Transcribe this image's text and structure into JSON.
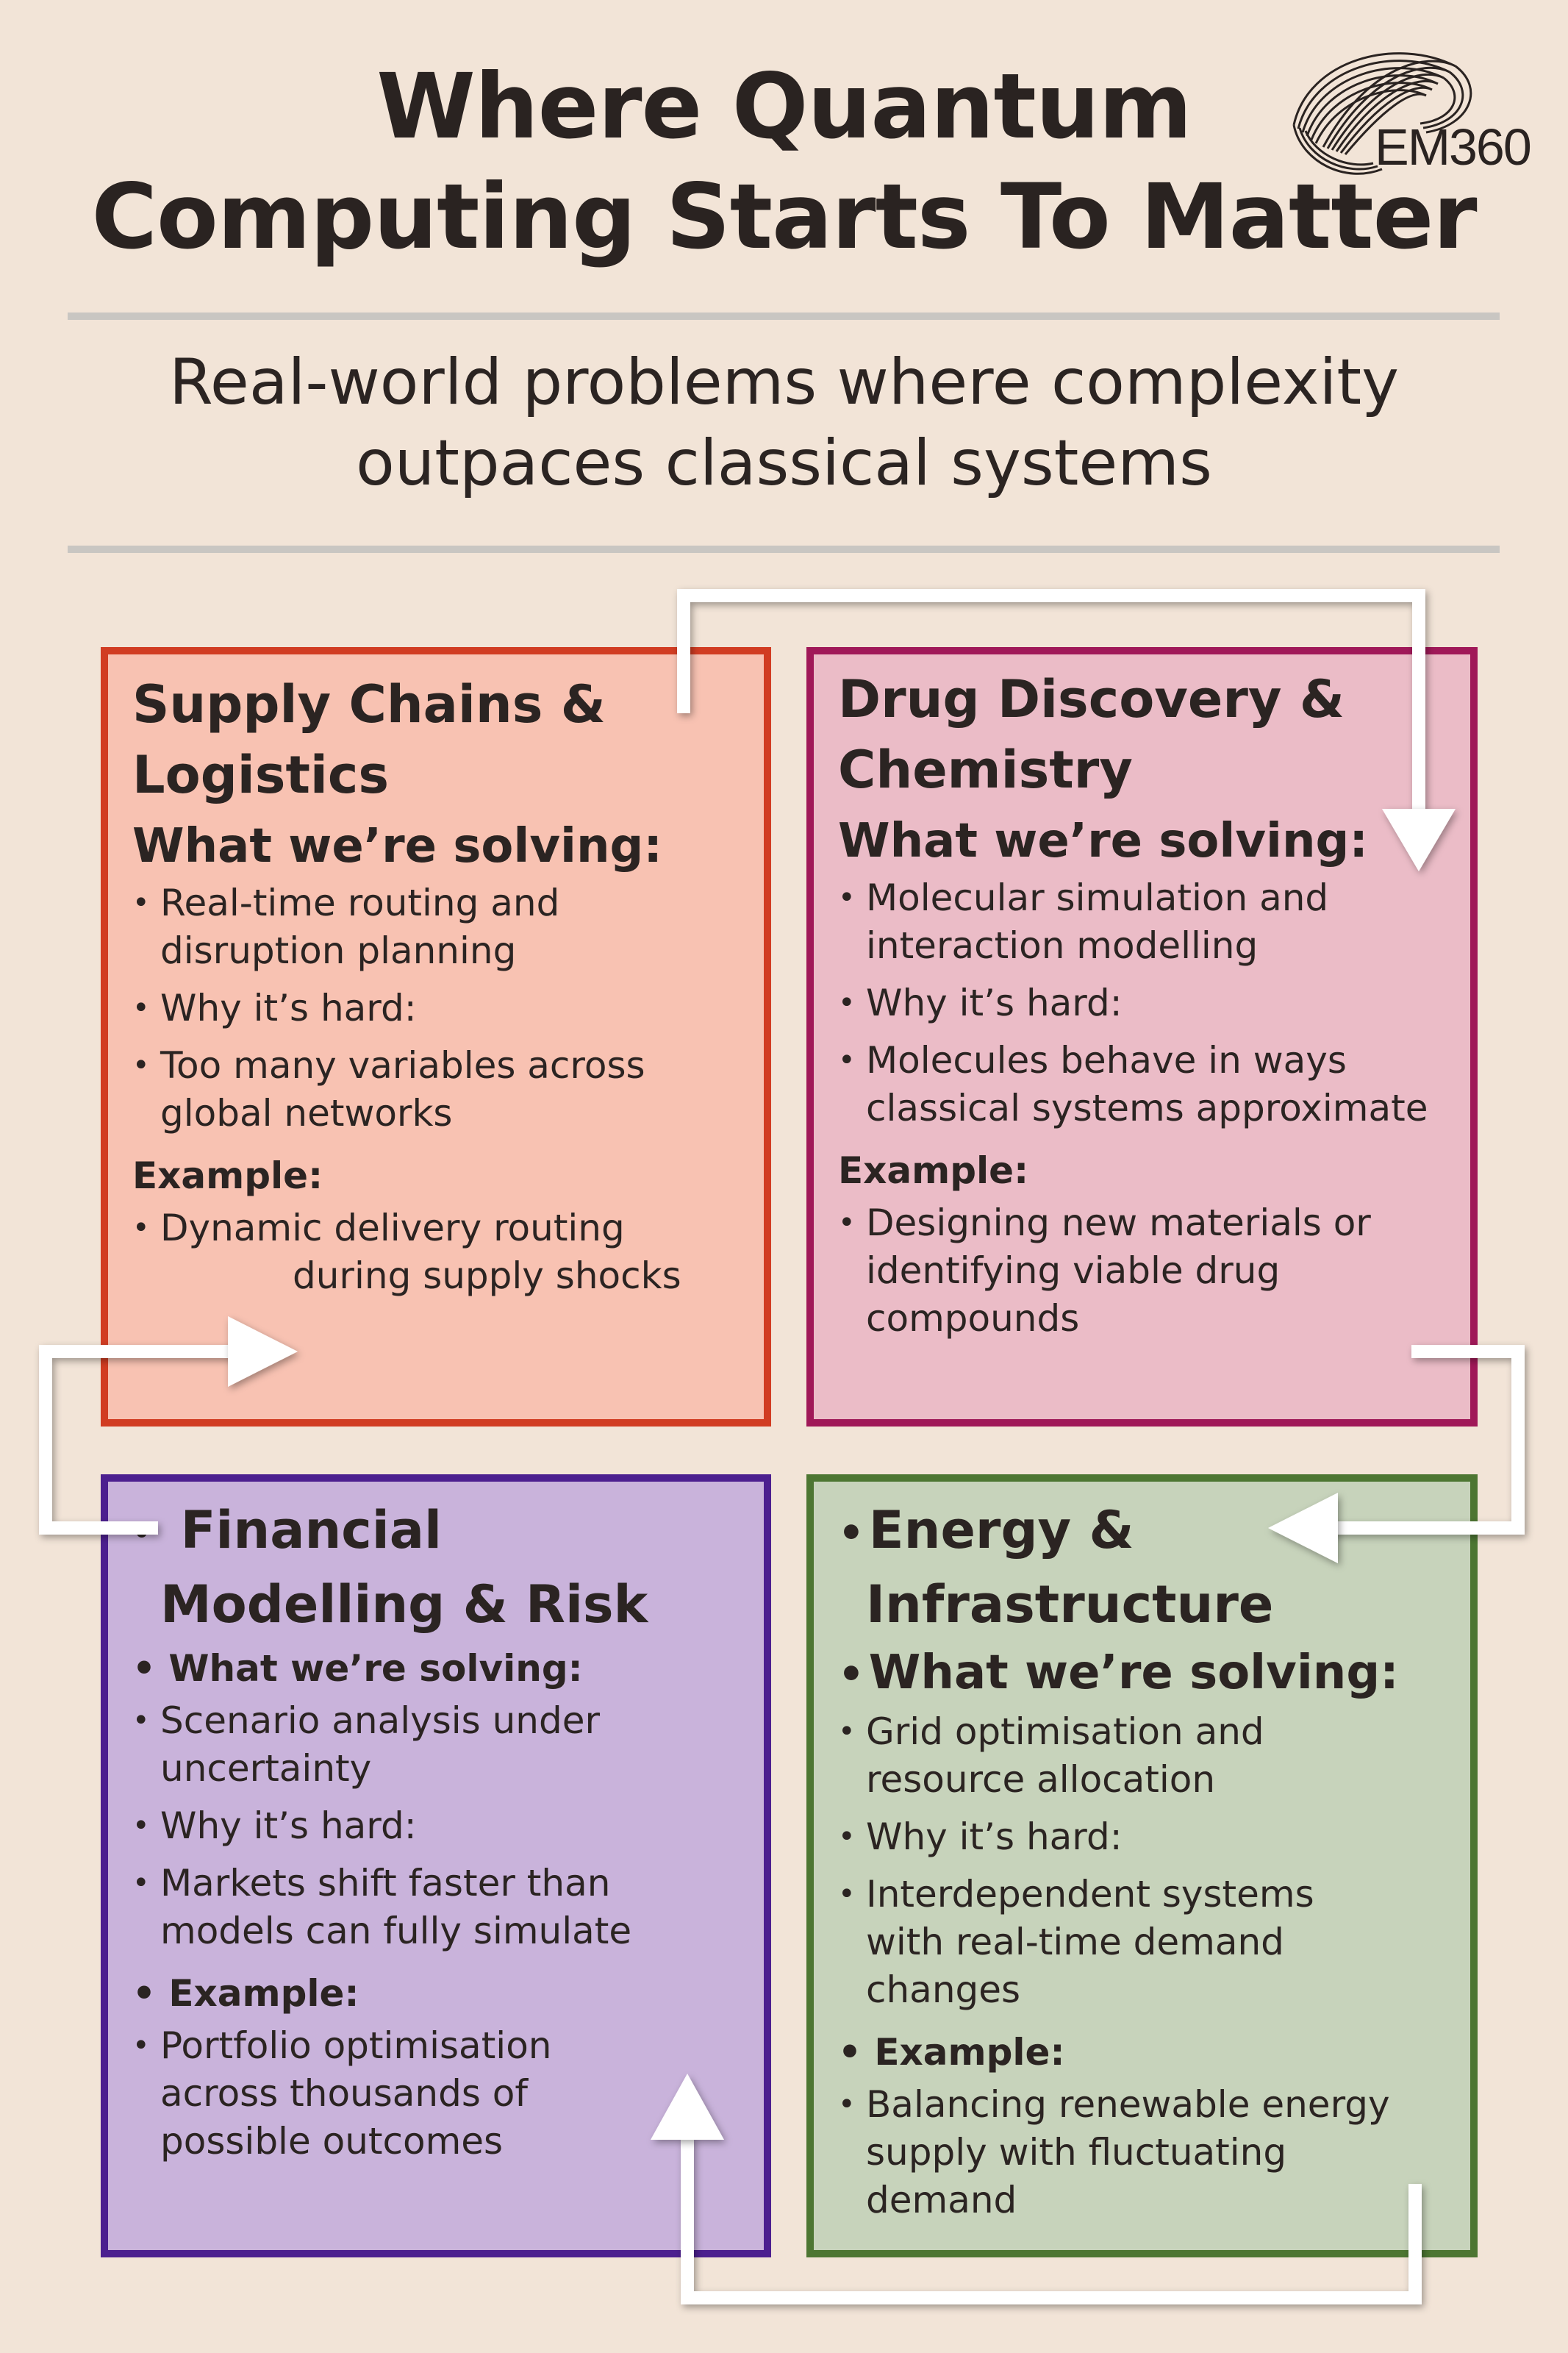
{
  "title": {
    "line1": "Where Quantum",
    "line2": "Computing Starts To Matter"
  },
  "logo": {
    "text": "EM360"
  },
  "subtitle": {
    "line1": "Real-world problems where complexity",
    "line2": "outpaces classical systems"
  },
  "cards": {
    "supply": {
      "heading1": "Supply Chains &",
      "heading2": "Logistics",
      "solving_label": "What we’re solving:",
      "item1a": "Real-time routing and",
      "item1b": "disruption planning",
      "item2": "Why it’s hard:",
      "item3a": "Too many variables across",
      "item3b": "global networks",
      "example_label": "Example:",
      "item4a": "Dynamic delivery routing",
      "item4b": "during supply shocks"
    },
    "drug": {
      "heading1": "Drug Discovery &",
      "heading2": "Chemistry",
      "solving_label": "What we’re solving:",
      "item1a": "Molecular simulation and",
      "item1b": "interaction modelling",
      "item2": "Why it’s hard:",
      "item3a": "Molecules behave in ways",
      "item3b": "classical systems approximate",
      "example_label": "Example:",
      "item4a": "Designing new materials or",
      "item4b": "identifying viable drug",
      "item4c": "compounds"
    },
    "finance": {
      "heading1": "Financial",
      "heading2": "Modelling & Risk",
      "solving_label": "What we’re solving:",
      "item1a": "Scenario analysis under",
      "item1b": "uncertainty",
      "item2": "Why it’s hard:",
      "item3a": "Markets shift faster than",
      "item3b": "models can fully simulate",
      "example_label": "Example:",
      "item4a": "Portfolio optimisation",
      "item4b": "across thousands of",
      "item4c": "possible outcomes"
    },
    "energy": {
      "heading1": "Energy &",
      "heading2": "Infrastructure",
      "solving_label": "What we’re solving:",
      "item1a": "Grid optimisation and",
      "item1b": "resource allocation",
      "item2": "Why it’s hard:",
      "item3a": "Interdependent systems",
      "item3b": "with real-time demand",
      "item3c": "changes",
      "example_label": "Example:",
      "item4a": "Balancing renewable energy",
      "item4b": "supply with fluctuating",
      "item4c": "demand"
    }
  },
  "colors": {
    "background": "#f2e4d7",
    "supply_fill": "#f8c2b2",
    "supply_border": "#d13c22",
    "drug_fill": "#ebbcc7",
    "drug_border": "#a01858",
    "finance_fill": "#c9b3db",
    "finance_border": "#4c1f8f",
    "energy_fill": "#c7d3bb",
    "energy_border": "#4d7632",
    "arrow": "#ffffff"
  }
}
